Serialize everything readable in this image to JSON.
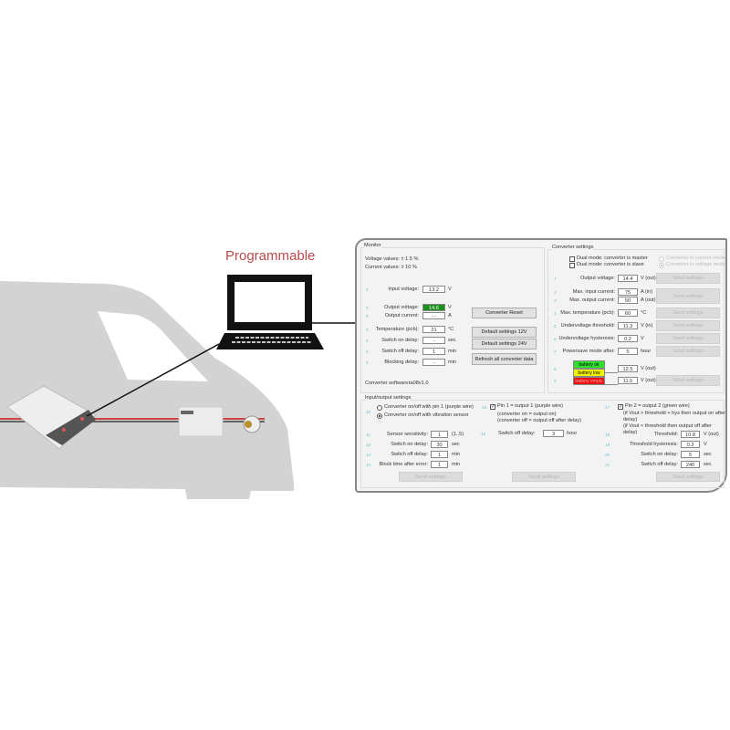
{
  "headline": "Programmable",
  "monitor": {
    "title": "Monitor",
    "voltage_accuracy": "Voltage values: ± 1.5 %",
    "current_accuracy": "Current values: ± 10 %",
    "rows": [
      {
        "label": "Input voltage:",
        "value": "13.2",
        "unit": "V"
      },
      {
        "label": "Output voltage:",
        "value": "14.6",
        "unit": "V"
      },
      {
        "label": "Output current:",
        "value": "-.-",
        "unit": "A"
      },
      {
        "label": "Temperature (pcb):",
        "value": "21",
        "unit": "°C"
      },
      {
        "label": "Switch on delay:",
        "value": "-",
        "unit": "sec"
      },
      {
        "label": "Switch off delay:",
        "value": "1",
        "unit": "min"
      },
      {
        "label": "Blocking delay:",
        "value": "-",
        "unit": "min"
      }
    ],
    "buttons": {
      "reset": "Converter Reset",
      "default12": "Default settings 12V",
      "default24": "Default settings 24V",
      "refresh": "Refresh all converter data"
    },
    "software_label": "Converter software:",
    "software_version": "ta08v1.0"
  },
  "converter": {
    "title": "Converter settings",
    "master": "Dual mode: converter is master",
    "slave": "Dual mode: converter is slave",
    "current_mode": "Converter in current mode",
    "voltage_mode": "Converter in voltage mode",
    "rows": [
      {
        "num": "1",
        "label": "Output voltage:",
        "value": "14.4",
        "unit": "V (out)"
      },
      {
        "num": "2",
        "label": "Max. input current:",
        "value": "75",
        "unit": "A (in)"
      },
      {
        "num": "3",
        "label": "Max. output current:",
        "value": "50",
        "unit": "A (out)"
      },
      {
        "num": "4",
        "label": "Max. temperature (pcb):",
        "value": "60",
        "unit": "°C"
      },
      {
        "num": "5",
        "label": "Undervoltage threshold:",
        "value": "11.3",
        "unit": "V (in)"
      },
      {
        "num": "6",
        "label": "Undervoltage hysteresis:",
        "value": "0.2",
        "unit": "V"
      },
      {
        "num": "7",
        "label": "Powersave mode after:",
        "value": "5",
        "unit": "hour"
      },
      {
        "num": "8",
        "label": "",
        "value": "12.5",
        "unit": "V (out)"
      },
      {
        "num": "9",
        "label": "",
        "value": "11.5",
        "unit": "V (out)"
      }
    ],
    "battery": {
      "ok": "battery ok",
      "low": "battery low",
      "empty": "battery empty"
    },
    "send": "Send settings"
  },
  "io": {
    "title": "Input/output settings",
    "radio1": "Converter on/off with pin 1 (purple wire)",
    "radio2": "Converter on/off with vibration sensor",
    "pin1": "Pin 1 = output 1 (purple wire)",
    "pin1_note1": "(converter on = output on)",
    "pin1_note2": "(converter off = output off after delay)",
    "pin2": "Pin 2 = output 2 (green wire)",
    "pin2_note1": "(if Vout > threshold + hys then output on after delay)",
    "pin2_note2": "(if Vout < threshold then output off after delay)",
    "left": [
      {
        "num": "11",
        "label": "Sensor sensitivity:",
        "value": "1",
        "unit": "(1..5)"
      },
      {
        "num": "12",
        "label": "Switch on delay:",
        "value": "30",
        "unit": "sec"
      },
      {
        "num": "13",
        "label": "Switch off delay:",
        "value": "1",
        "unit": "min"
      },
      {
        "num": "14",
        "label": "Block time after error:",
        "value": "1",
        "unit": "min"
      }
    ],
    "mid": {
      "num": "16",
      "label": "Switch off delay:",
      "value": "3",
      "unit": "hour"
    },
    "right": [
      {
        "num": "18",
        "label": "Threshold:",
        "value": "10.8",
        "unit": "V (out)"
      },
      {
        "num": "19",
        "label": "Threshold hysteresis:",
        "value": "0.3",
        "unit": "V"
      },
      {
        "num": "20",
        "label": "Switch on delay:",
        "value": "5",
        "unit": "sec"
      },
      {
        "num": "21",
        "label": "Switch off delay:",
        "value": "240",
        "unit": "sec"
      }
    ],
    "nums": {
      "radio": "10",
      "pin1": "15",
      "pin2": "17"
    },
    "send": "Send settings"
  }
}
